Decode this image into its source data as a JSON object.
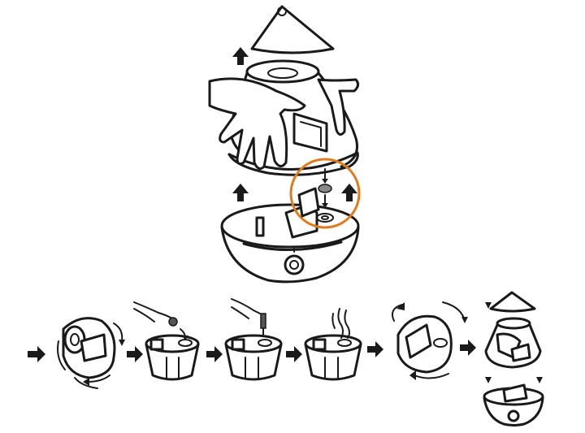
{
  "diagram": {
    "highlight_color": "#e07c1c",
    "line_color": "#1a1a1a",
    "background": "#ffffff",
    "icons": {
      "up_arrow": "up-arrow-icon",
      "right_arrow": "right-arrow-icon",
      "down_arrow": "down-arrow-icon",
      "rotate_arrow": "rotate-arrow-icon"
    },
    "main_sequence": [
      "remove-cap",
      "lift-tank",
      "inspect-valve",
      "base-reservoir"
    ],
    "bottom_sequence": [
      "tank-upside-down",
      "unscrew-valve",
      "pour-water",
      "let-settle",
      "turn-tank-over",
      "reassemble"
    ]
  }
}
